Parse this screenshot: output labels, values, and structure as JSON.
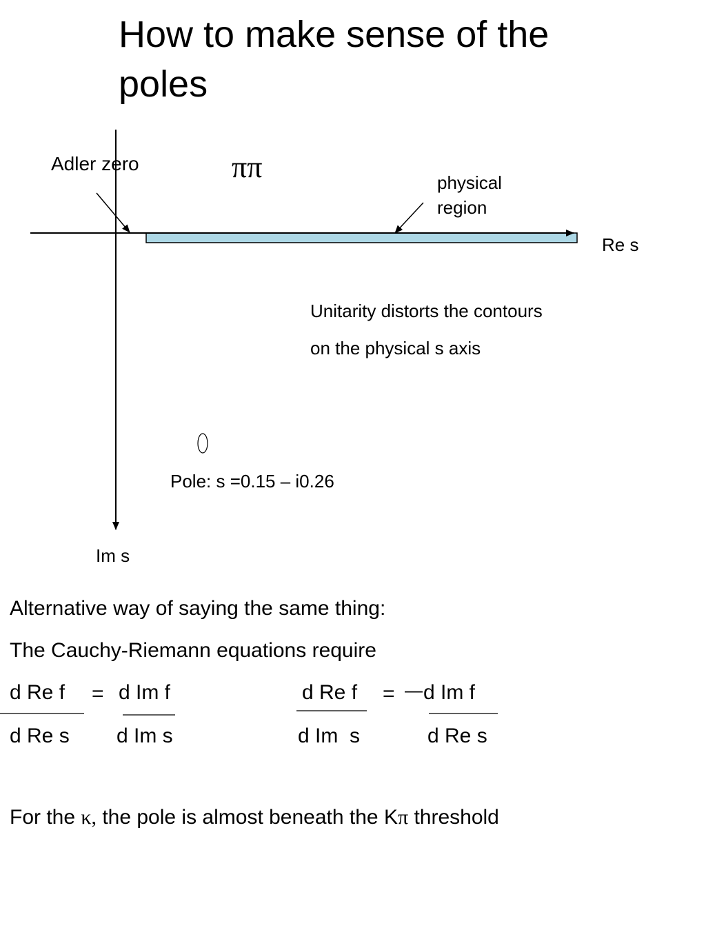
{
  "slide": {
    "title": "How to make sense of the poles"
  },
  "diagram": {
    "adler_zero_label": "Adler zero",
    "pipi_label": "ππ",
    "physical_region_label_1": "physical",
    "physical_region_label_2": "region",
    "re_axis_label": "Re s",
    "im_axis_label": "Im s",
    "unitarity_line_1": "Unitarity distorts the contours",
    "unitarity_line_2": "on the physical s axis",
    "pole_label": "Pole: s =0.15 – i0.26",
    "band_color": "#add8e6"
  },
  "equations": {
    "intro": "Alternative way of saying the same thing:",
    "cauchy": "The Cauchy-Riemann equations require",
    "eq1": {
      "num_left": "d Re f",
      "equals": "=",
      "num_right": "d Im f",
      "den_left": "d Re s",
      "den_right": "d Im s"
    },
    "eq2": {
      "num_left": "d Re f",
      "equals": "= ",
      "minus": "—",
      "num_right": "d Im f",
      "den_left": "d Im  s",
      "den_right": "d Re s"
    },
    "kappa_pre": "For the ",
    "kappa_sym": "κ,",
    "kappa_mid": " the pole is almost beneath the K",
    "kappa_pi": "π",
    "kappa_post": " threshold"
  }
}
